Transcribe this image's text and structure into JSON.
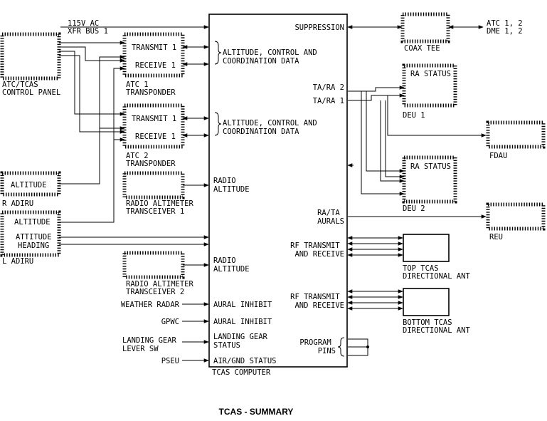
{
  "computer": {
    "name": "TCAS COMPUTER",
    "left_ports": {
      "radio_altitude_1": [
        "RADIO",
        "ALTITUDE"
      ],
      "radio_altitude_2": [
        "RADIO",
        "ALTITUDE"
      ],
      "aural_inhibit_1": "AURAL INHIBIT",
      "aural_inhibit_2": "AURAL INHIBIT",
      "landing_gear_status": [
        "LANDING GEAR",
        "STATUS"
      ],
      "air_gnd_status": "AIR/GND STATUS"
    },
    "right_ports": {
      "suppression": "SUPPRESSION",
      "ta_ra_2": "TA/RA 2",
      "ta_ra_1": "TA/RA 1",
      "ra_ta_aurals": [
        "RA/TA",
        "AURALS"
      ],
      "rf_1": [
        "RF TRANSMIT",
        "AND RECEIVE"
      ],
      "rf_2": [
        "RF TRANSMIT",
        "AND RECEIVE"
      ],
      "program_pins": [
        "PROGRAM",
        "PINS"
      ]
    }
  },
  "inputs": {
    "power": [
      "115V AC",
      "XFR BUS 1"
    ],
    "control_panel": [
      "ATC/TCAS",
      "CONTROL PANEL"
    ],
    "weather_radar": "WEATHER RADAR",
    "gpwc": "GPWC",
    "landing_gear_lever": [
      "LANDING GEAR",
      "LEVER SW"
    ],
    "pseu": "PSEU"
  },
  "transponders": [
    {
      "transmit": "TRANSMIT 1",
      "receive": "RECEIVE 1",
      "caption": [
        "ATC 1",
        "TRANSPONDER"
      ],
      "data_note": [
        "ALTITUDE, CONTROL AND",
        "COORDINATION DATA"
      ]
    },
    {
      "transmit": "TRANSMIT 1",
      "receive": "RECEIVE 1",
      "caption": [
        "ATC 2",
        "TRANSPONDER"
      ],
      "data_note": [
        "ALTITUDE, CONTROL AND",
        "COORDINATION DATA"
      ]
    }
  ],
  "adirus": {
    "right": {
      "altitude": "ALTITUDE",
      "caption": "R ADIRU"
    },
    "left": {
      "altitude": "ALTITUDE",
      "attitude": "ATTITUDE",
      "heading": "HEADING",
      "caption": "L ADIRU"
    }
  },
  "radio_altimeters": [
    [
      "RADIO ALTIMETER",
      "TRANSCEIVER 1"
    ],
    [
      "RADIO ALTIMETER",
      "TRANSCEIVER 2"
    ]
  ],
  "outputs": {
    "coax_tee": "COAX TEE",
    "atc_dme": [
      "ATC 1, 2",
      "DME 1, 2"
    ],
    "deu1": {
      "label": "RA STATUS",
      "caption": "DEU 1"
    },
    "deu2": {
      "label": "RA STATUS",
      "caption": "DEU 2"
    },
    "fdau": "FDAU",
    "reu": "REU",
    "top_antenna": [
      "TOP TCAS",
      "DIRECTIONAL ANT"
    ],
    "bottom_antenna": [
      "BOTTOM TCAS",
      "DIRECTIONAL ANT"
    ]
  },
  "caption": "TCAS - SUMMARY"
}
